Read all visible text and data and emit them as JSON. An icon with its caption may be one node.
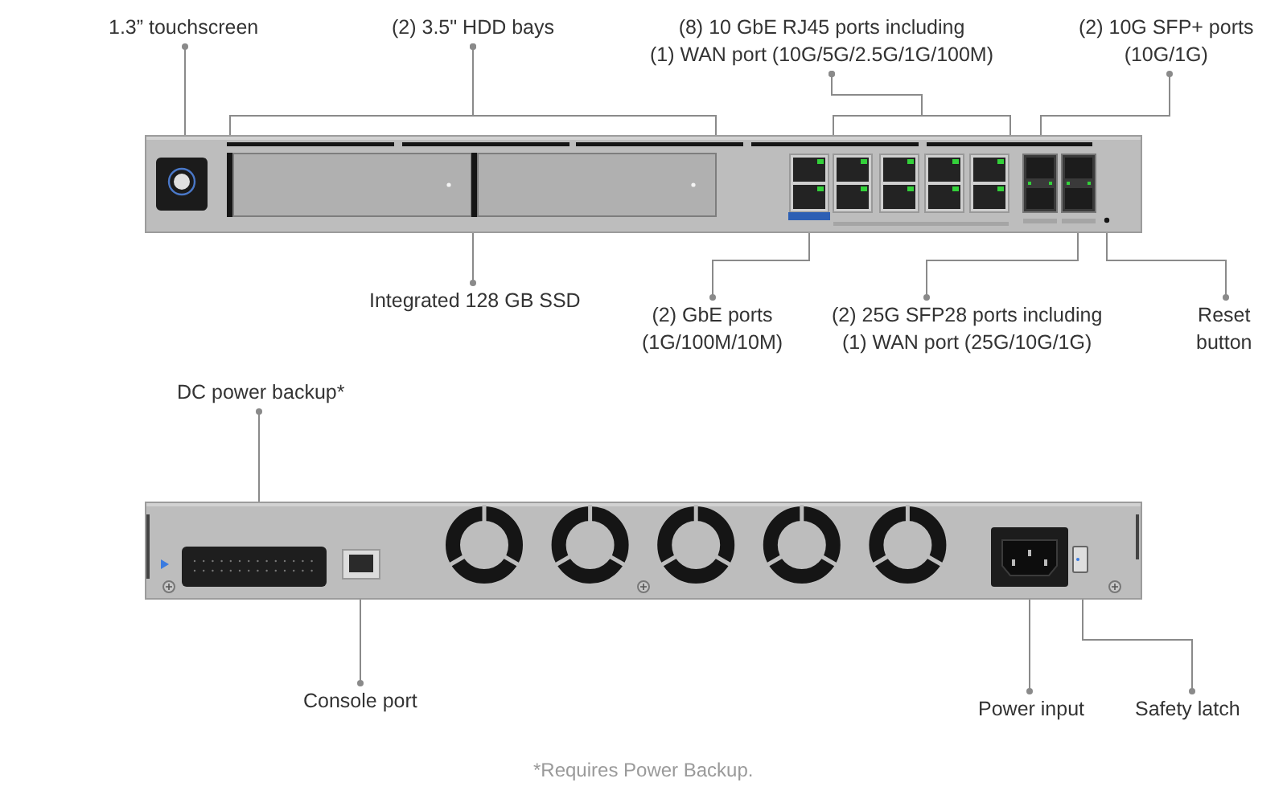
{
  "diagram": {
    "caption": "*Requires Power Backup.",
    "nodes": [
      {
        "text": [
          "1.3” touchscreen"
        ]
      },
      {
        "text": [
          "(2) 3.5\" HDD bays"
        ]
      },
      {
        "text": [
          "(8) 10 GbE RJ45 ports including (1) WAN port (10G/5G/2.5G/1G/100M)"
        ]
      },
      {
        "text": [
          "(2) 10G SFP+ ports (10G/1G)"
        ]
      },
      {
        "text": [],
        "shape": "picture"
      },
      {
        "text": [
          "Integrated 128 GB SSD"
        ]
      },
      {
        "text": [
          "(2) GbE ports (1G/100M/10M)"
        ]
      },
      {
        "text": [
          "(2) 25G SFP28 ports including (1) WAN port (25G/10G/1G)"
        ]
      },
      {
        "text": [
          "Reset button"
        ]
      },
      {
        "text": [
          "DC power backup*"
        ]
      },
      {
        "text": [],
        "shape": "picture"
      },
      {
        "text": [
          "Console port"
        ]
      },
      {
        "text": [
          "Power input"
        ]
      },
      {
        "text": [
          "Safety latch"
        ]
      }
    ],
    "edges": [
      {
        "from": 0,
        "to": 4,
        "arrow": "other"
      },
      {
        "from": 1,
        "to": 4,
        "arrow": "other"
      },
      {
        "from": 1,
        "to": 4,
        "arrow": "other"
      },
      {
        "from": 2,
        "to": 4,
        "arrow": "other"
      },
      {
        "from": 2,
        "to": 4,
        "arrow": "other"
      },
      {
        "from": 3,
        "to": 4,
        "arrow": "other"
      },
      {
        "from": 5,
        "to": 4,
        "arrow": "other"
      },
      {
        "from": 6,
        "to": 4,
        "arrow": "other"
      },
      {
        "from": 7,
        "to": 4,
        "arrow": "other"
      },
      {
        "from": 8,
        "to": 4,
        "arrow": "other"
      },
      {
        "from": 9,
        "to": 10,
        "arrow": "other"
      },
      {
        "from": 11,
        "to": 10,
        "arrow": "other"
      },
      {
        "from": 12,
        "to": 10,
        "arrow": "other"
      },
      {
        "from": 13,
        "to": 10,
        "arrow": "other"
      }
    ]
  }
}
